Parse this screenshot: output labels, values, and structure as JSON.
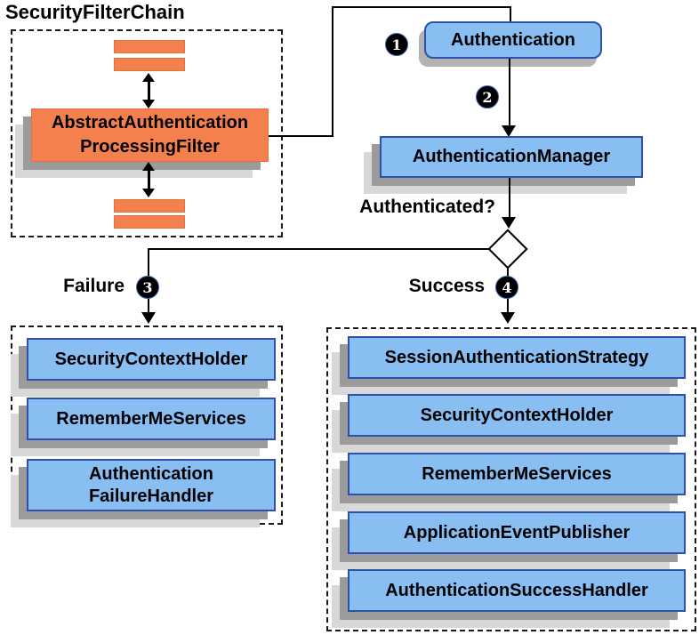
{
  "diagram": {
    "title": "SecurityFilterChain",
    "filter_box": {
      "label": "AbstractAuthentication\nProcessingFilter"
    },
    "authentication": {
      "label": "Authentication",
      "badge": "1"
    },
    "authentication_manager": {
      "label": "AuthenticationManager",
      "badge": "2"
    },
    "authenticated_question": "Authenticated?",
    "failure": {
      "label": "Failure",
      "badge": "3",
      "items": [
        {
          "label": "SecurityContextHolder"
        },
        {
          "label": "RememberMeServices"
        },
        {
          "label": "Authentication\nFailureHandler"
        }
      ]
    },
    "success": {
      "label": "Success",
      "badge": "4",
      "items": [
        {
          "label": "SessionAuthenticationStrategy"
        },
        {
          "label": "SecurityContextHolder"
        },
        {
          "label": "RememberMeServices"
        },
        {
          "label": "ApplicationEventPublisher"
        },
        {
          "label": "AuthenticationSuccessHandler"
        }
      ]
    },
    "colors": {
      "orange": "#F4804D",
      "blue_fill": "#88BEF2",
      "blue_border": "#2E51A8",
      "line": "#000000",
      "shadow_dark": "#9B9B9B",
      "shadow_light": "#D8D8D8"
    }
  }
}
